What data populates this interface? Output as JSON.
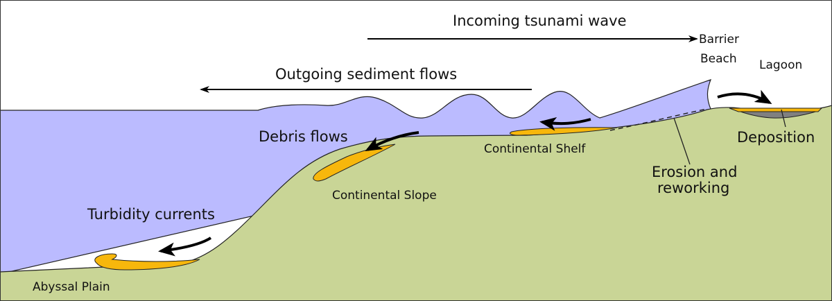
{
  "labels": {
    "incoming": "Incoming tsunami wave",
    "outgoing": "Outgoing sediment flows",
    "barrier_line1": "Barrier",
    "barrier_line2": "Beach",
    "lagoon": "Lagoon",
    "debris": "Debris flows",
    "shelf": "Continental Shelf",
    "deposition": "Deposition",
    "erosion_line1": "Erosion and",
    "erosion_line2": "reworking",
    "slope": "Continental Slope",
    "turbidity": "Turbidity currents",
    "abyssal": "Abyssal Plain"
  },
  "colors": {
    "water": "#bbbbff",
    "ground": "#c9d596",
    "sediment": "#f7b70c",
    "lagoon_fill": "#808080"
  }
}
